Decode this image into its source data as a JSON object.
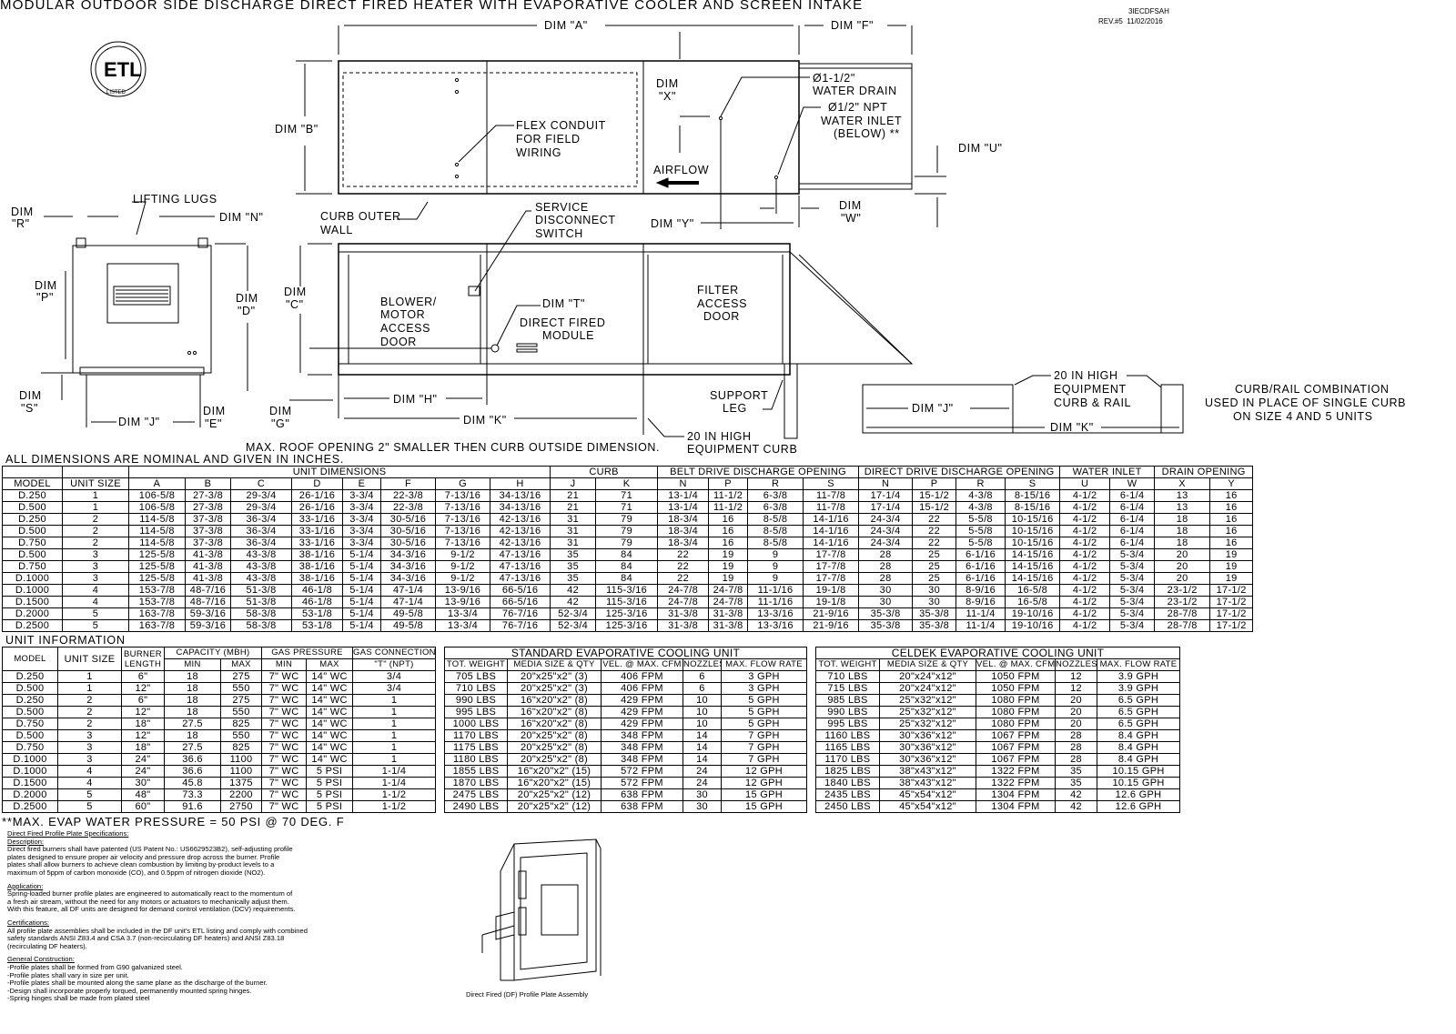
{
  "title": "MODULAR OUTDOOR SIDE DISCHARGE DIRECT FIRED HEATER WITH EVAPORATIVE COOLER AND SCREEN INTAKE",
  "doc_code": "3IECDFSAH",
  "revision": "REV.#5  11/02/2016",
  "logo": {
    "text": "ETL",
    "sub": "LISTED"
  },
  "drawing": {
    "dim_a": "DIM \"A\"",
    "dim_f": "DIM \"F\"",
    "dim_b": "DIM \"B\"",
    "flex1": "FLEX CONDUIT",
    "flex2": "FOR FIELD",
    "flex3": "WIRING",
    "dim_x1": "DIM",
    "dim_x2": "\"X\"",
    "drain1": "Ø1-1/2\"",
    "drain2": "WATER DRAIN",
    "inlet1": "Ø1/2\" NPT",
    "inlet2": "WATER INLET",
    "inlet3": "(BELOW) **",
    "dim_u": "DIM \"U\"",
    "airflow": "AIRFLOW",
    "lifting_lugs": "LIFTING LUGS",
    "dim_r1": "DIM",
    "dim_r2": "\"R\"",
    "dim_n": "DIM \"N\"",
    "curb1": "CURB OUTER",
    "curb2": "WALL",
    "sds1": "SERVICE",
    "sds2": "DISCONNECT",
    "sds3": "SWITCH",
    "dim_y": "DIM \"Y\"",
    "dim_w1": "DIM",
    "dim_w2": "\"W\"",
    "dim_p1": "DIM",
    "dim_p2": "\"P\"",
    "dim_d1": "DIM",
    "dim_d2": "\"D\"",
    "dim_c1": "DIM",
    "dim_c2": "\"C\"",
    "blower1": "BLOWER/",
    "blower2": "MOTOR",
    "blower3": "ACCESS",
    "blower4": "DOOR",
    "dim_t": "DIM \"T\"",
    "df1": "DIRECT FIRED",
    "df2": "MODULE",
    "filter1": "FILTER",
    "filter2": "ACCESS",
    "filter3": "DOOR",
    "dim_s1": "DIM",
    "dim_s2": "\"S\"",
    "dim_e1": "DIM",
    "dim_e2": "\"E\"",
    "dim_g1": "DIM",
    "dim_g2": "\"G\"",
    "dim_j": "DIM \"J\"",
    "dim_h": "DIM \"H\"",
    "dim_k": "DIM \"K\"",
    "support1": "SUPPORT",
    "support2": "LEG",
    "eqcurb1": "20 IN HIGH",
    "eqcurb2": "EQUIPMENT CURB",
    "roof_note": "MAX. ROOF OPENING 2\" SMALLER THEN CURB OUTSIDE DIMENSION.",
    "rail1": "20 IN HIGH",
    "rail2": "EQUIPMENT",
    "rail3": "CURB & RAIL",
    "rail_dim_j": "DIM \"J\"",
    "rail_dim_k": "DIM \"K\"",
    "combo1": "CURB/RAIL COMBINATION",
    "combo2": "USED IN PLACE OF SINGLE CURB",
    "combo3": "ON SIZE 4 AND 5 UNITS"
  },
  "dimensions_note": "ALL DIMENSIONS ARE NOMINAL AND GIVEN IN INCHES.",
  "dim_table": {
    "groups": [
      "UNIT DIMENSIONS",
      "CURB",
      "BELT DRIVE DISCHARGE OPENING",
      "DIRECT DRIVE DISCHARGE OPENING",
      "WATER INLET",
      "DRAIN OPENING"
    ],
    "columns": [
      "MODEL",
      "UNIT SIZE",
      "A",
      "B",
      "C",
      "D",
      "E",
      "F",
      "G",
      "H",
      "J",
      "K",
      "N",
      "P",
      "R",
      "S",
      "N",
      "P",
      "R",
      "S",
      "U",
      "W",
      "X",
      "Y"
    ],
    "rows": [
      [
        "D.250",
        "1",
        "106-5/8",
        "27-3/8",
        "29-3/4",
        "26-1/16",
        "3-3/4",
        "22-3/8",
        "7-13/16",
        "34-13/16",
        "21",
        "71",
        "13-1/4",
        "11-1/2",
        "6-3/8",
        "11-7/8",
        "17-1/4",
        "15-1/2",
        "4-3/8",
        "8-15/16",
        "4-1/2",
        "6-1/4",
        "13",
        "16"
      ],
      [
        "D.500",
        "1",
        "106-5/8",
        "27-3/8",
        "29-3/4",
        "26-1/16",
        "3-3/4",
        "22-3/8",
        "7-13/16",
        "34-13/16",
        "21",
        "71",
        "13-1/4",
        "11-1/2",
        "6-3/8",
        "11-7/8",
        "17-1/4",
        "15-1/2",
        "4-3/8",
        "8-15/16",
        "4-1/2",
        "6-1/4",
        "13",
        "16"
      ],
      [
        "D.250",
        "2",
        "114-5/8",
        "37-3/8",
        "36-3/4",
        "33-1/16",
        "3-3/4",
        "30-5/16",
        "7-13/16",
        "42-13/16",
        "31",
        "79",
        "18-3/4",
        "16",
        "8-5/8",
        "14-1/16",
        "24-3/4",
        "22",
        "5-5/8",
        "10-15/16",
        "4-1/2",
        "6-1/4",
        "18",
        "16"
      ],
      [
        "D.500",
        "2",
        "114-5/8",
        "37-3/8",
        "36-3/4",
        "33-1/16",
        "3-3/4",
        "30-5/16",
        "7-13/16",
        "42-13/16",
        "31",
        "79",
        "18-3/4",
        "16",
        "8-5/8",
        "14-1/16",
        "24-3/4",
        "22",
        "5-5/8",
        "10-15/16",
        "4-1/2",
        "6-1/4",
        "18",
        "16"
      ],
      [
        "D.750",
        "2",
        "114-5/8",
        "37-3/8",
        "36-3/4",
        "33-1/16",
        "3-3/4",
        "30-5/16",
        "7-13/16",
        "42-13/16",
        "31",
        "79",
        "18-3/4",
        "16",
        "8-5/8",
        "14-1/16",
        "24-3/4",
        "22",
        "5-5/8",
        "10-15/16",
        "4-1/2",
        "6-1/4",
        "18",
        "16"
      ],
      [
        "D.500",
        "3",
        "125-5/8",
        "41-3/8",
        "43-3/8",
        "38-1/16",
        "5-1/4",
        "34-3/16",
        "9-1/2",
        "47-13/16",
        "35",
        "84",
        "22",
        "19",
        "9",
        "17-7/8",
        "28",
        "25",
        "6-1/16",
        "14-15/16",
        "4-1/2",
        "5-3/4",
        "20",
        "19"
      ],
      [
        "D.750",
        "3",
        "125-5/8",
        "41-3/8",
        "43-3/8",
        "38-1/16",
        "5-1/4",
        "34-3/16",
        "9-1/2",
        "47-13/16",
        "35",
        "84",
        "22",
        "19",
        "9",
        "17-7/8",
        "28",
        "25",
        "6-1/16",
        "14-15/16",
        "4-1/2",
        "5-3/4",
        "20",
        "19"
      ],
      [
        "D.1000",
        "3",
        "125-5/8",
        "41-3/8",
        "43-3/8",
        "38-1/16",
        "5-1/4",
        "34-3/16",
        "9-1/2",
        "47-13/16",
        "35",
        "84",
        "22",
        "19",
        "9",
        "17-7/8",
        "28",
        "25",
        "6-1/16",
        "14-15/16",
        "4-1/2",
        "5-3/4",
        "20",
        "19"
      ],
      [
        "D.1000",
        "4",
        "153-7/8",
        "48-7/16",
        "51-3/8",
        "46-1/8",
        "5-1/4",
        "47-1/4",
        "13-9/16",
        "66-5/16",
        "42",
        "115-3/16",
        "24-7/8",
        "24-7/8",
        "11-1/16",
        "19-1/8",
        "30",
        "30",
        "8-9/16",
        "16-5/8",
        "4-1/2",
        "5-3/4",
        "23-1/2",
        "17-1/2"
      ],
      [
        "D.1500",
        "4",
        "153-7/8",
        "48-7/16",
        "51-3/8",
        "46-1/8",
        "5-1/4",
        "47-1/4",
        "13-9/16",
        "66-5/16",
        "42",
        "115-3/16",
        "24-7/8",
        "24-7/8",
        "11-1/16",
        "19-1/8",
        "30",
        "30",
        "8-9/16",
        "16-5/8",
        "4-1/2",
        "5-3/4",
        "23-1/2",
        "17-1/2"
      ],
      [
        "D.2000",
        "5",
        "163-7/8",
        "59-3/16",
        "58-3/8",
        "53-1/8",
        "5-1/4",
        "49-5/8",
        "13-3/4",
        "76-7/16",
        "52-3/4",
        "125-3/16",
        "31-3/8",
        "31-3/8",
        "13-3/16",
        "21-9/16",
        "35-3/8",
        "35-3/8",
        "11-1/4",
        "19-10/16",
        "4-1/2",
        "5-3/4",
        "28-7/8",
        "17-1/2"
      ],
      [
        "D.2500",
        "5",
        "163-7/8",
        "59-3/16",
        "58-3/8",
        "53-1/8",
        "5-1/4",
        "49-5/8",
        "13-3/4",
        "76-7/16",
        "52-3/4",
        "125-3/16",
        "31-3/8",
        "31-3/8",
        "13-3/16",
        "21-9/16",
        "35-3/8",
        "35-3/8",
        "11-1/4",
        "19-10/16",
        "4-1/2",
        "5-3/4",
        "28-7/8",
        "17-1/2"
      ]
    ]
  },
  "unit_info_heading": "UNIT INFORMATION",
  "unit_info": {
    "headers": {
      "model": "MODEL",
      "size": "UNIT SIZE",
      "burner": "BURNER LENGTH",
      "capacity": "CAPACITY (MBH)",
      "gas_pressure": "GAS PRESSURE",
      "gas_conn": "GAS CONNECTION",
      "min": "MIN",
      "max": "MAX",
      "npt": "\"T\" (NPT)"
    },
    "rows": [
      [
        "D.250",
        "1",
        "6\"",
        "18",
        "275",
        "7\" WC",
        "14\" WC",
        "3/4"
      ],
      [
        "D.500",
        "1",
        "12\"",
        "18",
        "550",
        "7\" WC",
        "14\" WC",
        "3/4"
      ],
      [
        "D.250",
        "2",
        "6\"",
        "18",
        "275",
        "7\" WC",
        "14\" WC",
        "1"
      ],
      [
        "D.500",
        "2",
        "12\"",
        "18",
        "550",
        "7\" WC",
        "14\" WC",
        "1"
      ],
      [
        "D.750",
        "2",
        "18\"",
        "27.5",
        "825",
        "7\" WC",
        "14\" WC",
        "1"
      ],
      [
        "D.500",
        "3",
        "12\"",
        "18",
        "550",
        "7\" WC",
        "14\" WC",
        "1"
      ],
      [
        "D.750",
        "3",
        "18\"",
        "27.5",
        "825",
        "7\" WC",
        "14\" WC",
        "1"
      ],
      [
        "D.1000",
        "3",
        "24\"",
        "36.6",
        "1100",
        "7\" WC",
        "14\" WC",
        "1"
      ],
      [
        "D.1000",
        "4",
        "24\"",
        "36.6",
        "1100",
        "7\" WC",
        "5 PSI",
        "1-1/4"
      ],
      [
        "D.1500",
        "4",
        "30\"",
        "45.8",
        "1375",
        "7\" WC",
        "5 PSI",
        "1-1/4"
      ],
      [
        "D.2000",
        "5",
        "48\"",
        "73.3",
        "2200",
        "7\" WC",
        "5 PSI",
        "1-1/2"
      ],
      [
        "D.2500",
        "5",
        "60\"",
        "91.6",
        "2750",
        "7\" WC",
        "5 PSI",
        "1-1/2"
      ]
    ]
  },
  "standard_evap": {
    "title": "STANDARD EVAPORATIVE COOLING UNIT",
    "columns": [
      "TOT. WEIGHT",
      "MEDIA SIZE & QTY",
      "VEL. @ MAX. CFM",
      "NOZZLES",
      "MAX. FLOW RATE"
    ],
    "rows": [
      [
        "705 LBS",
        "20\"x25\"x2\" (3)",
        "406 FPM",
        "6",
        "3 GPH"
      ],
      [
        "710 LBS",
        "20\"x25\"x2\" (3)",
        "406 FPM",
        "6",
        "3 GPH"
      ],
      [
        "990 LBS",
        "16\"x20\"x2\" (8)",
        "429 FPM",
        "10",
        "5 GPH"
      ],
      [
        "995 LBS",
        "16\"x20\"x2\" (8)",
        "429 FPM",
        "10",
        "5 GPH"
      ],
      [
        "1000 LBS",
        "16\"x20\"x2\" (8)",
        "429 FPM",
        "10",
        "5 GPH"
      ],
      [
        "1170 LBS",
        "20\"x25\"x2\" (8)",
        "348 FPM",
        "14",
        "7 GPH"
      ],
      [
        "1175 LBS",
        "20\"x25\"x2\" (8)",
        "348 FPM",
        "14",
        "7 GPH"
      ],
      [
        "1180 LBS",
        "20\"x25\"x2\" (8)",
        "348 FPM",
        "14",
        "7 GPH"
      ],
      [
        "1855 LBS",
        "16\"x20\"x2\" (15)",
        "572 FPM",
        "24",
        "12 GPH"
      ],
      [
        "1870 LBS",
        "16\"x20\"x2\" (15)",
        "572 FPM",
        "24",
        "12 GPH"
      ],
      [
        "2475 LBS",
        "20\"x25\"x2\" (12)",
        "638 FPM",
        "30",
        "15 GPH"
      ],
      [
        "2490 LBS",
        "20\"x25\"x2\" (12)",
        "638 FPM",
        "30",
        "15 GPH"
      ]
    ]
  },
  "celdek_evap": {
    "title": "CELDEK EVAPORATIVE COOLING UNIT",
    "columns": [
      "TOT. WEIGHT",
      "MEDIA SIZE & QTY",
      "VEL. @ MAX. CFM",
      "NOZZLES",
      "MAX. FLOW RATE"
    ],
    "rows": [
      [
        "710 LBS",
        "20\"x24\"x12\"",
        "1050 FPM",
        "12",
        "3.9 GPH"
      ],
      [
        "715 LBS",
        "20\"x24\"x12\"",
        "1050 FPM",
        "12",
        "3.9 GPH"
      ],
      [
        "985 LBS",
        "25\"x32\"x12\"",
        "1080 FPM",
        "20",
        "6.5 GPH"
      ],
      [
        "990 LBS",
        "25\"x32\"x12\"",
        "1080 FPM",
        "20",
        "6.5 GPH"
      ],
      [
        "995 LBS",
        "25\"x32\"x12\"",
        "1080 FPM",
        "20",
        "6.5 GPH"
      ],
      [
        "1160 LBS",
        "30\"x36\"x12\"",
        "1067 FPM",
        "28",
        "8.4 GPH"
      ],
      [
        "1165 LBS",
        "30\"x36\"x12\"",
        "1067 FPM",
        "28",
        "8.4 GPH"
      ],
      [
        "1170 LBS",
        "30\"x36\"x12\"",
        "1067 FPM",
        "28",
        "8.4 GPH"
      ],
      [
        "1825 LBS",
        "38\"x43\"x12\"",
        "1322 FPM",
        "35",
        "10.15 GPH"
      ],
      [
        "1840 LBS",
        "38\"x43\"x12\"",
        "1322 FPM",
        "35",
        "10.15 GPH"
      ],
      [
        "2435 LBS",
        "45\"x54\"x12\"",
        "1304 FPM",
        "42",
        "12.6 GPH"
      ],
      [
        "2450 LBS",
        "45\"x54\"x12\"",
        "1304 FPM",
        "42",
        "12.6 GPH"
      ]
    ]
  },
  "water_note": "**MAX. EVAP WATER PRESSURE = 50 PSI @ 70 DEG. F",
  "spec": {
    "title": "Direct Fired Profile Plate Specifications:",
    "sections": [
      {
        "heading": "Description:",
        "lines": [
          "Direct fired burners shall have patented (US Patent No.: US6629523B2), self-adjusting profile",
          "plates designed to ensure proper air velocity and pressure drop across the burner. Profile",
          "plates shall allow burners to achieve clean combustion by limiting by-product levels to a",
          "maximum of 5ppm of carbon monoxide (CO), and 0.5ppm of nitrogen dioxide (NO2)."
        ]
      },
      {
        "heading": "Application:",
        "lines": [
          "Spring-loaded burner profile plates are engineered to automatically react to the momentum of",
          "a fresh air stream, without the need for any motors or actuators to mechanically adjust them.",
          "With this feature, all DF units are designed for demand control ventilation (DCV) requirements."
        ]
      },
      {
        "heading": "Certifications:",
        "lines": [
          "All profile plate assemblies shall be included in the DF unit's ETL listing and comply with combined",
          "safety standards ANSI Z83.4 and CSA 3.7 (non-recirculating DF heaters) and ANSI Z83.18",
          "(recirculating DF heaters)."
        ]
      },
      {
        "heading": "General Construction:",
        "lines": [
          "-Profile plates shall be formed from G90 galvanized steel.",
          "-Profile plates shall vary in size per unit.",
          "-Profile plates shall be mounted along the same plane as the discharge of the burner.",
          "-Design shall incorporate properly torqued, permanently mounted spring hinges.",
          "-Spring hinges shall be made from plated steel"
        ]
      }
    ]
  },
  "figure_caption": "Direct Fired (DF) Profile Plate Assembly"
}
